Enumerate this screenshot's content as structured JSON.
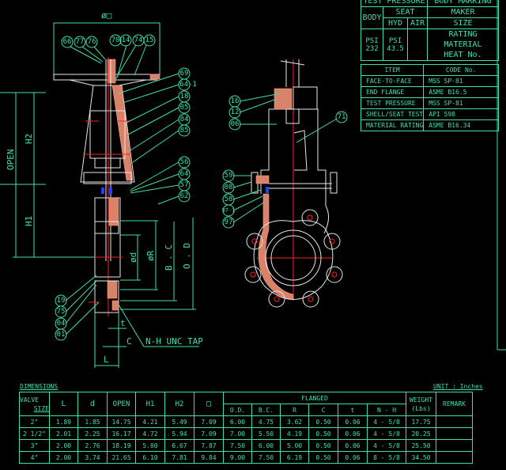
{
  "drawing": {
    "front_view": {
      "dim_labels": {
        "diameter": "ø□",
        "open": "OPEN",
        "h2": "H2",
        "h1": "H1",
        "d": "ød",
        "r": "øR",
        "bc": "B . C",
        "od": "O . D",
        "t": "t",
        "c": "C",
        "nh": "N-H UNC TAP",
        "l": "L"
      },
      "balloons_top": [
        "66",
        "77",
        "76",
        "70",
        "14",
        "74",
        "15"
      ],
      "balloons_right": [
        "69",
        "64-1",
        "18",
        "05",
        "84",
        "85",
        "56",
        "64",
        "57",
        "62"
      ],
      "balloons_bottom": [
        "19",
        "75",
        "04",
        "01"
      ]
    },
    "side_view": {
      "balloons_left": [
        "16",
        "12",
        "06",
        "59",
        "08",
        "58",
        "97-1",
        "97"
      ],
      "balloons_right": [
        "71"
      ]
    }
  },
  "spec_table": {
    "header_test_pressure": "TEST PRESSURE",
    "header_body_marking": "BODY MARKING",
    "body": "BODY",
    "seat": "SEAT",
    "hyd": "HYD",
    "air": "AIR",
    "psi": "PSI",
    "body_value": "232",
    "hyd_value": "43.5",
    "marking": [
      "MAKER",
      "SIZE",
      "RATING",
      "MATERIAL",
      "HEAT No."
    ]
  },
  "standards_table": {
    "headers": [
      "ITEM",
      "CODE No."
    ],
    "rows": [
      [
        "FACE-TO-FACE",
        "MSS SP-81"
      ],
      [
        "END FLANGE",
        "ASME B16.5"
      ],
      [
        "TEST PRESSURE",
        "MSS SP-81"
      ],
      [
        "SHELL/SEAT TEST",
        "API 598"
      ],
      [
        "MATERIAL RATING",
        "ASME B16.34"
      ]
    ]
  },
  "dimensions_table": {
    "title": "DIMENSIONS",
    "unit": "UNIT : Inches",
    "valve": "VALVE",
    "size": "SIZE",
    "headers": [
      "L",
      "d",
      "OPEN",
      "H1",
      "H2",
      "□"
    ],
    "flanged": "FLANGED",
    "flanged_headers": [
      "O.D.",
      "B.C.",
      "R",
      "C",
      "t",
      "N - H"
    ],
    "weight": "WEIGHT",
    "weight_unit": "(Lbs)",
    "remark": "REMARK",
    "rows": [
      [
        "2\"",
        "1.89",
        "1.85",
        "14.75",
        "4.21",
        "5.49",
        "7.09",
        "6.00",
        "4.75",
        "3.62",
        "0.50",
        "0.06",
        "4 - 5/8",
        "17.75",
        ""
      ],
      [
        "2 1/2\"",
        "2.01",
        "2.25",
        "16.17",
        "4.72",
        "5.94",
        "7.09",
        "7.00",
        "5.50",
        "4.19",
        "0.50",
        "0.06",
        "4 - 5/8",
        "20.25",
        ""
      ],
      [
        "3\"",
        "2.00",
        "2.76",
        "18.19",
        "5.00",
        "6.67",
        "7.87",
        "7.50",
        "6.00",
        "5.00",
        "0.50",
        "0.06",
        "4 - 5/8",
        "25.50",
        ""
      ],
      [
        "4\"",
        "2.00",
        "3.74",
        "21.65",
        "6.10",
        "7.81",
        "9.84",
        "9.00",
        "7.50",
        "6.19",
        "0.50",
        "0.06",
        "8 - 5/8",
        "34.50",
        ""
      ]
    ]
  },
  "colors": {
    "background": "#000000",
    "line": "#3fe0a8",
    "outline": "#e8e8e8",
    "centerline": "#ff2020",
    "section_hatch": "#d9826a"
  }
}
